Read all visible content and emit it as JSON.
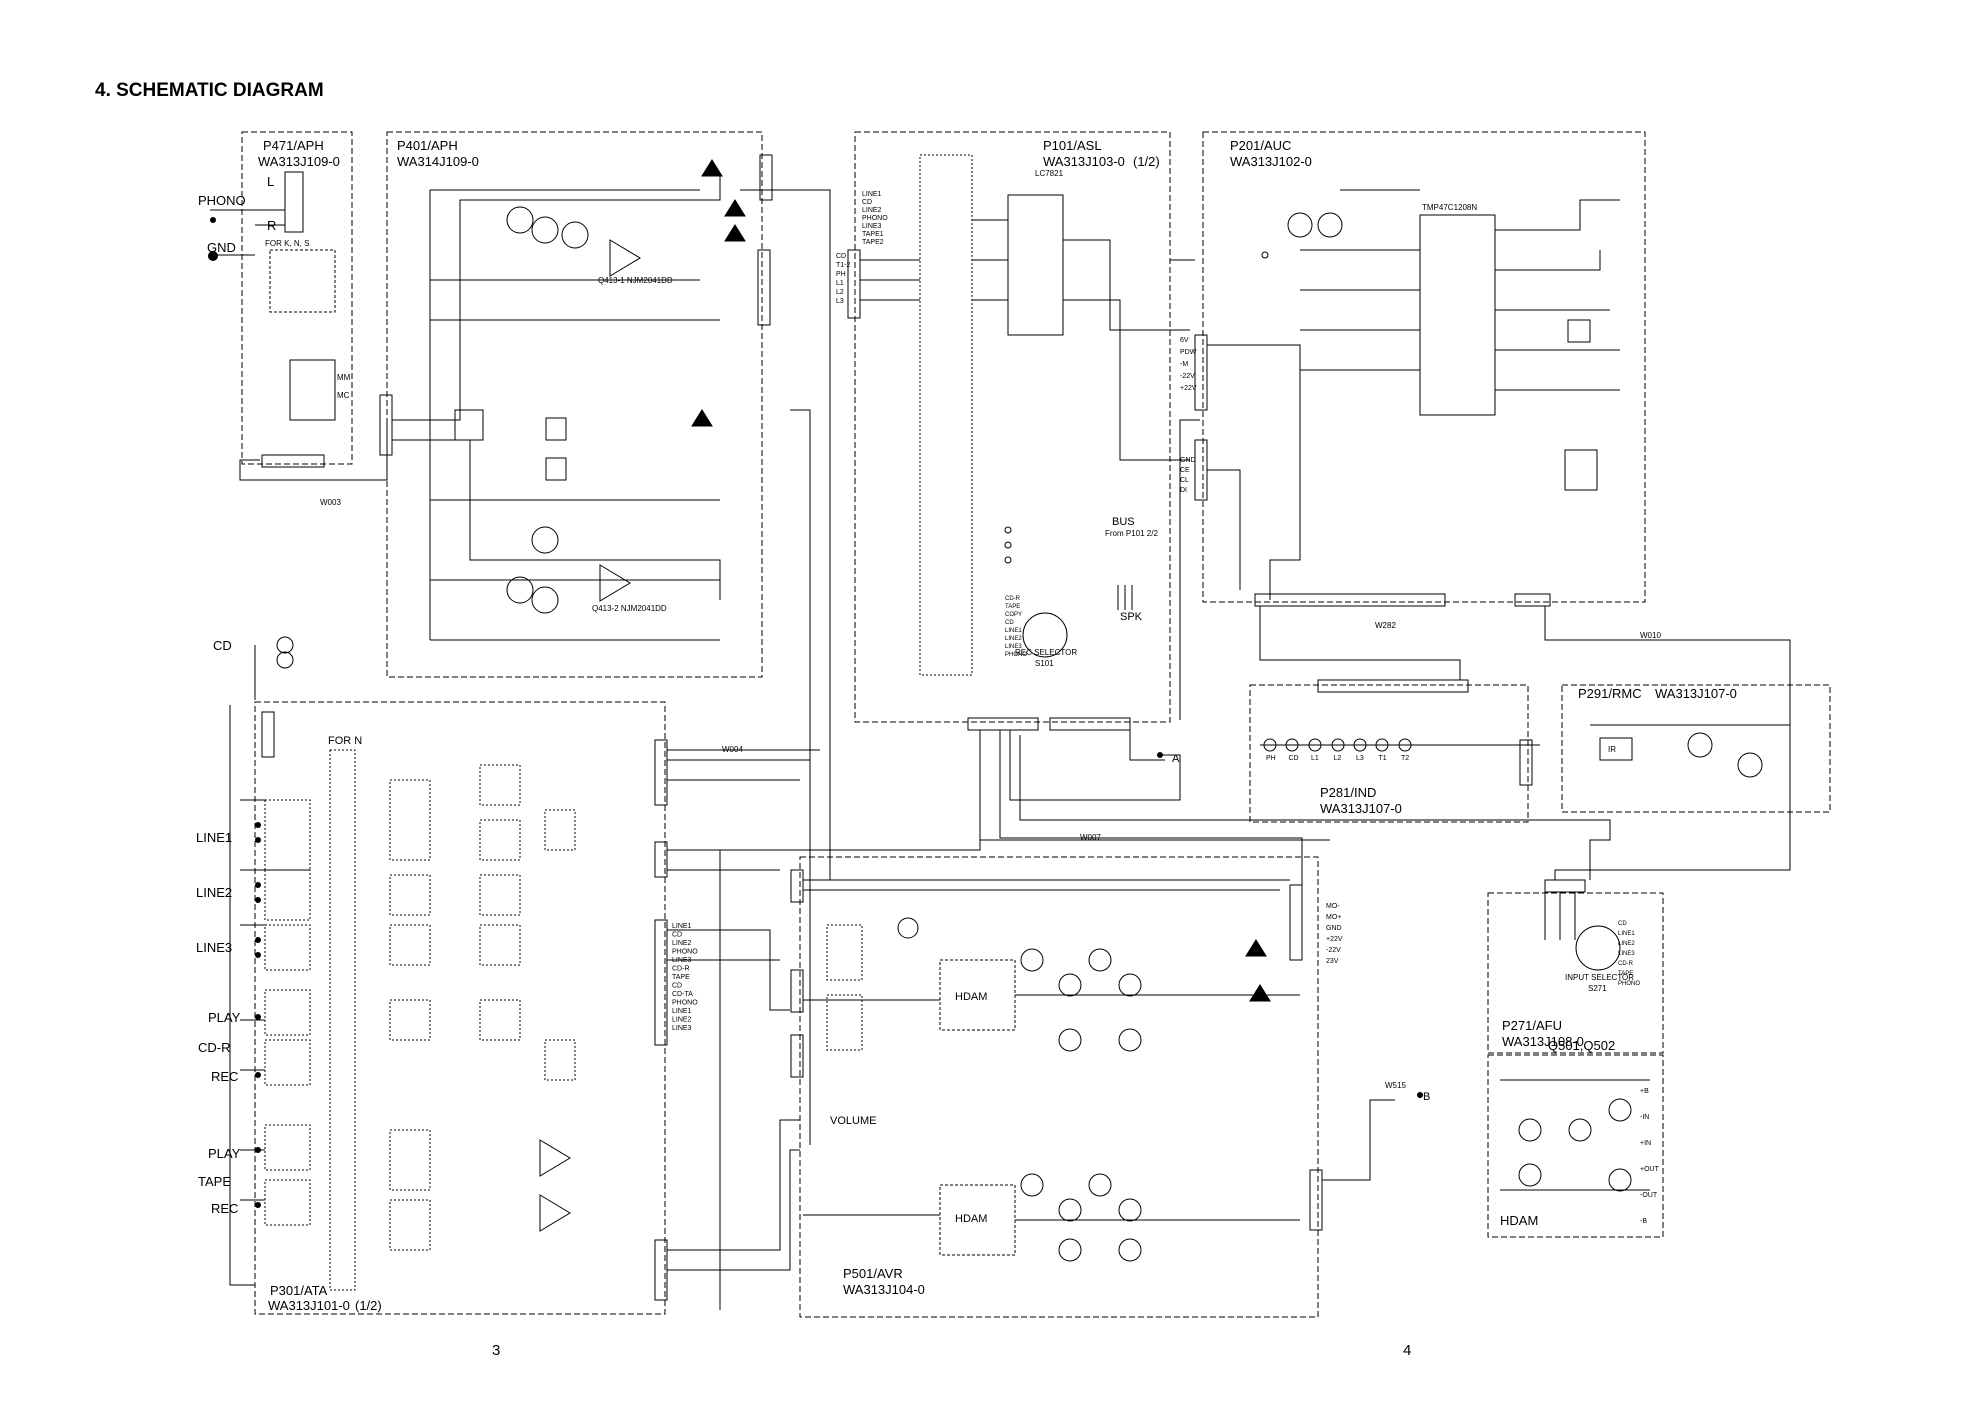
{
  "document": {
    "title": "4. SCHEMATIC DIAGRAM",
    "page_left": "3",
    "page_right": "4"
  },
  "boards": {
    "p471": {
      "name": "P471/APH",
      "code": "WA313J109-0"
    },
    "p401": {
      "name": "P401/APH",
      "code": "WA314J109-0"
    },
    "p101": {
      "name": "P101/ASL",
      "code": "WA313J103-0",
      "part": "(1/2)"
    },
    "p201": {
      "name": "P201/AUC",
      "code": "WA313J102-0"
    },
    "p301": {
      "name": "P301/ATA",
      "code": "WA313J101-0",
      "part": "(1/2)"
    },
    "p501": {
      "name": "P501/AVR",
      "code": "WA313J104-0"
    },
    "p281": {
      "name": "P281/IND",
      "code": "WA313J107-0"
    },
    "p291": {
      "name": "P291/RMC",
      "code": "WA313J107-0"
    },
    "p271": {
      "name": "P271/AFU",
      "code": "WA313J108-0"
    },
    "q501": {
      "name": "Q501,Q502",
      "label": "HDAM"
    }
  },
  "jack_labels": {
    "phono": "PHONO",
    "gnd": "GND",
    "l": "L",
    "r": "R",
    "cd": "CD",
    "line1": "LINE1",
    "line2": "LINE2",
    "line3": "LINE3",
    "play1": "PLAY",
    "cdr": "CD-R",
    "rec1": "REC",
    "play2": "PLAY",
    "tape": "TAPE",
    "rec2": "REC"
  },
  "part_labels": {
    "for_n": "FOR N",
    "for_kns": "FOR K, N, S",
    "mm": "MM",
    "mc": "MC",
    "bus": "BUS",
    "bus_from": "From P101 2/2",
    "spk": "SPK",
    "rec_selector": "REC SELECTOR",
    "s101": "S101",
    "hdam": "HDAM",
    "volume": "VOLUME",
    "input_selector": "INPUT SELECTOR",
    "s271": "S271",
    "ir": "IR",
    "mcu": "TMP47C1208N",
    "ic_p401_a": "Q413-1 NJM2041DD",
    "ic_p401_b": "Q413-2 NJM2041DD",
    "ic_p101": "LC7821"
  },
  "connectors": {
    "a": "A",
    "b": "B",
    "w003": "W003",
    "w004": "W004",
    "w007": "W007",
    "w010": "W010",
    "w282": "W282",
    "w515": "W515"
  },
  "signals": {
    "p101_inputs": [
      "CD",
      "T1-2",
      "PH",
      "L1",
      "L2",
      "L3"
    ],
    "p101_bus": [
      "LINE1",
      "CD",
      "LINE2",
      "PHONO",
      "LINE3",
      "TAPE1",
      "TAPE2"
    ],
    "p201_right": [
      "6V",
      "PDW",
      "-M",
      "-22V",
      "+22V"
    ],
    "p201_ctrl": [
      "GND",
      "CE",
      "CL",
      "DI"
    ],
    "p301_right": [
      "LINE1",
      "CD",
      "LINE2",
      "PHONO",
      "LINE3",
      "CD-R",
      "TAPE",
      "CD",
      "CD-TA",
      "PHONO",
      "LINE1",
      "LINE2",
      "LINE3"
    ],
    "p501_right": [
      "MO-",
      "MO+",
      "GND",
      "+22V",
      "-22V",
      "23V"
    ],
    "hdam_pins": [
      "+B",
      "-IN",
      "+IN",
      "+OUT",
      "-OUT",
      "-B"
    ],
    "indicators": [
      "PH",
      "CD",
      "L1",
      "L2",
      "L3",
      "T1",
      "T2"
    ]
  },
  "selector_positions": {
    "rec": [
      "CD-R",
      "TAPE",
      "COPY",
      "CD",
      "LINE1",
      "LINE2",
      "LINE3",
      "PHONO"
    ],
    "input": [
      "CD",
      "LINE1",
      "LINE2",
      "LINE3",
      "CD-R",
      "TAPE",
      "PHONO"
    ]
  }
}
